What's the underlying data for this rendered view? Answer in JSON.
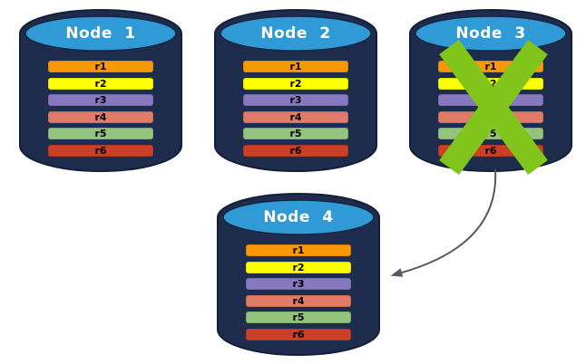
{
  "diagram": {
    "description": "database-replication-failover",
    "nodes": [
      {
        "name": "Node 1",
        "rows": [
          "r1",
          "r2",
          "r3",
          "r4",
          "r5",
          "r6"
        ],
        "failed": false
      },
      {
        "name": "Node 2",
        "rows": [
          "r1",
          "r2",
          "r3",
          "r4",
          "r5",
          "r6"
        ],
        "failed": false
      },
      {
        "name": "Node 3",
        "rows": [
          "r1",
          "r2",
          "r3",
          "r4",
          "r5",
          "r6"
        ],
        "failed": true
      },
      {
        "name": "Node 4",
        "rows": [
          "r1",
          "r2",
          "r3",
          "r4",
          "r5",
          "r6"
        ],
        "failed": false
      }
    ],
    "row_colors": {
      "r1": "#F89808",
      "r2": "#FFFF00",
      "r3": "#8679BF",
      "r4": "#DF7B66",
      "r5": "#92C47D",
      "r6": "#CA4027"
    },
    "colors": {
      "cylinder_body": "#1E2C4E",
      "cylinder_outline": "#131F38",
      "cylinder_top": "#2F9AD6",
      "x_mark": "#80C41C",
      "arrow": "#595959",
      "node_title_text": "#FFFFFF",
      "row_text": "#000000"
    },
    "arrow": {
      "from": "Node 3",
      "to": "Node 4"
    }
  }
}
